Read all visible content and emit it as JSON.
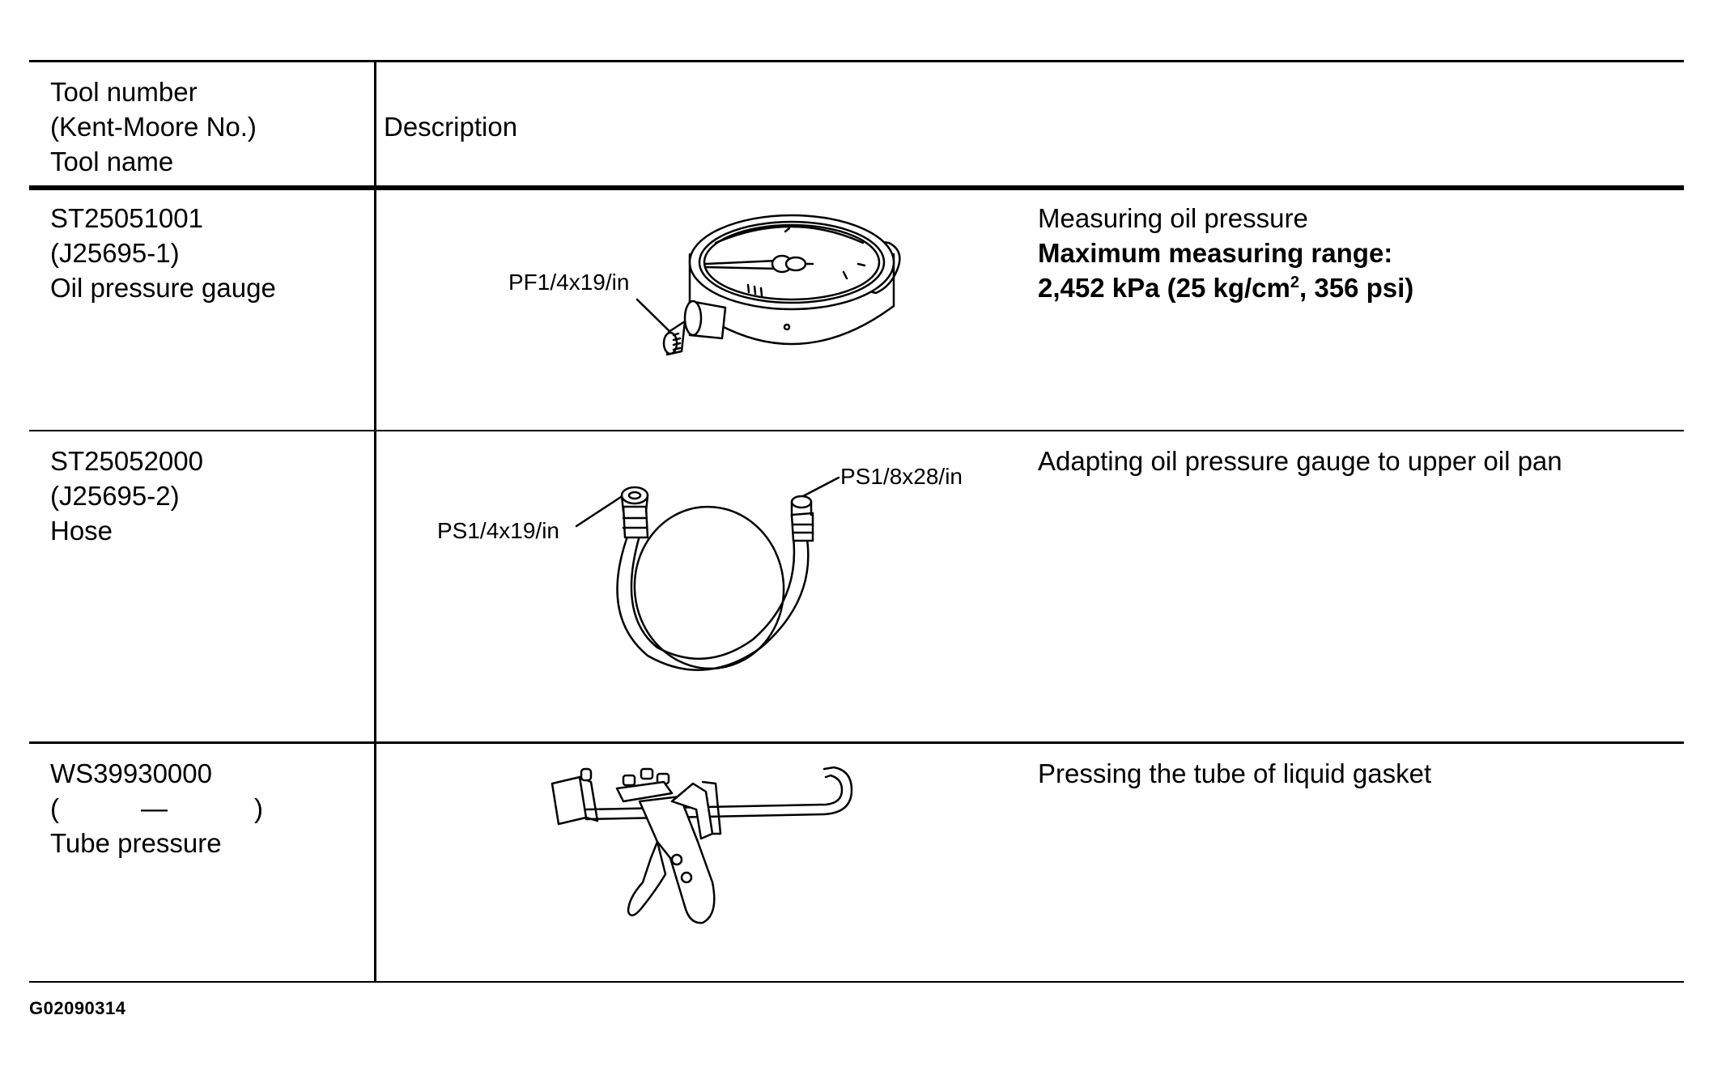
{
  "header": {
    "tool_col": [
      "Tool number",
      "(Kent-Moore No.)",
      "Tool name"
    ],
    "desc_col": "Description"
  },
  "rows": [
    {
      "tool_number": "ST25051001",
      "kent_moore": "(J25695-1)",
      "tool_name": "Oil pressure gauge",
      "illustration": "oil-pressure-gauge",
      "callouts": [
        "PF1/4x19/in"
      ],
      "description": "Measuring oil pressure",
      "spec_heading": "Maximum measuring range:",
      "spec_value_prefix": "2,452 kPa (25 kg/cm",
      "spec_value_sup": "2",
      "spec_value_suffix": ", 356 psi)"
    },
    {
      "tool_number": "ST25052000",
      "kent_moore": "(J25695-2)",
      "tool_name": "Hose",
      "illustration": "hose",
      "callouts": [
        "PS1/8x28/in",
        "PS1/4x19/in"
      ],
      "description": "Adapting oil pressure gauge to upper oil pan"
    },
    {
      "tool_number": "WS39930000",
      "kent_moore_open": "(",
      "kent_moore_dash": "—",
      "kent_moore_close": ")",
      "tool_name": "Tube pressure",
      "illustration": "tube-presser",
      "description": "Pressing the tube of liquid gasket"
    }
  ],
  "footer_code": "G02090314"
}
